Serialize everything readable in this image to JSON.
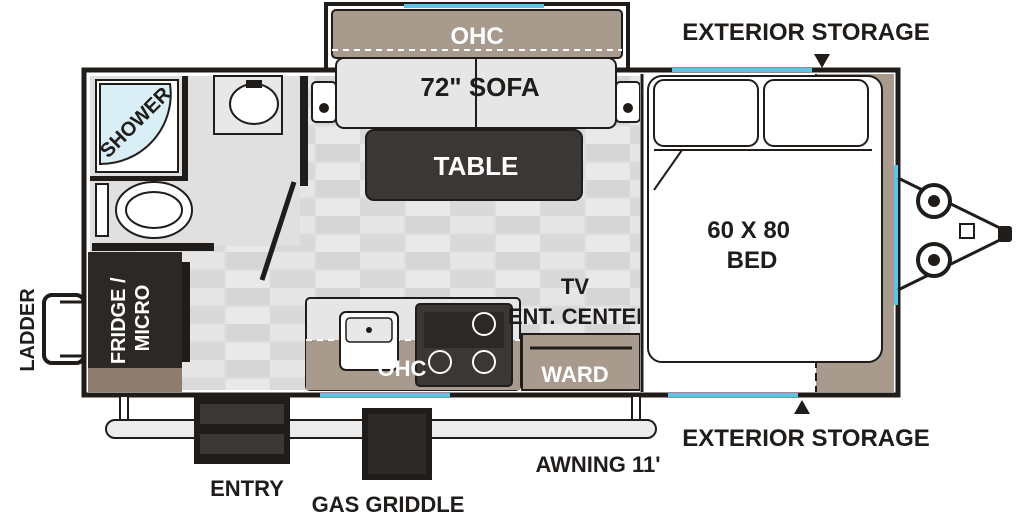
{
  "floorplan": {
    "colors": {
      "wall": "#1f1c1a",
      "cabinet": "#a89b8e",
      "dark_furniture": "#3b3735",
      "floor": "#dcdcdc",
      "window": "#5bc5e5",
      "white": "#ffffff"
    },
    "labels": {
      "ohc_top": "OHC",
      "sofa": "72\" SOFA",
      "table": "TABLE",
      "shower": "SHOWER",
      "fridge_line1": "FRIDGE /",
      "fridge_line2": "MICRO",
      "ladder": "LADDER",
      "ohc_galley": "OHC",
      "tv_line1": "TV",
      "tv_line2": "ENT. CENTER",
      "ward": "WARD",
      "bed_line1": "60 X 80",
      "bed_line2": "BED",
      "ohc_front": "OHC",
      "ext_storage_top": "EXTERIOR STORAGE",
      "ext_storage_bottom": "EXTERIOR STORAGE",
      "entry": "ENTRY",
      "gas_griddle": "GAS GRIDDLE",
      "awning": "AWNING 11'"
    }
  }
}
